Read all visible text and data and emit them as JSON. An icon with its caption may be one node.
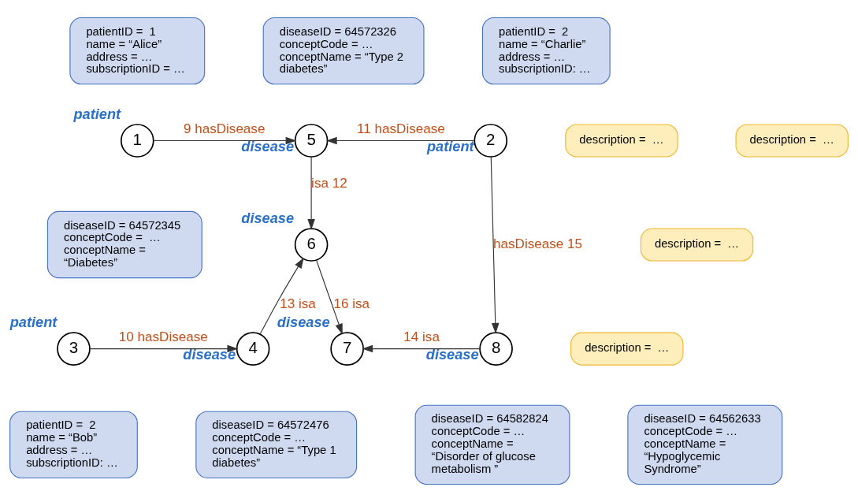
{
  "diagram": {
    "nodes": [
      {
        "text": [
          "patientID =  1",
          "name = “Alice”",
          "address = …",
          "subscriptionID = …"
        ]
      },
      {
        "text": [
          "diseaseID = 64572326",
          "conceptCode = …",
          "conceptName = “Type 2 diabetes”"
        ]
      },
      {
        "text": [
          "1"
        ],
        "beside": [
          "patient"
        ]
      },
      {
        "text": [
          "5"
        ],
        "beside": [
          "disease"
        ]
      },
      {
        "text": [
          "description =  …"
        ]
      },
      {
        "text": [
          "2"
        ],
        "beside": [
          "patient"
        ]
      },
      {
        "text": [
          "patientID =  2",
          "name = “Charlie”",
          "address = …",
          "subscriptionID: …"
        ]
      },
      {
        "text": [
          "description =  …"
        ]
      },
      {
        "text": [
          "diseaseID = 64572345",
          "conceptCode =  …",
          "conceptName = “Diabetes”"
        ]
      },
      {
        "text": [
          "6"
        ],
        "beside": [
          "disease"
        ]
      },
      {
        "text": [
          "description =  …"
        ]
      },
      {
        "text": [
          "7"
        ],
        "beside": [
          "disease"
        ]
      },
      {
        "text": [
          "8"
        ],
        "beside": [
          "disease"
        ]
      },
      {
        "text": [
          "3"
        ],
        "beside": [
          "patient"
        ]
      },
      {
        "text": [
          "description =  …"
        ]
      },
      {
        "text": [
          "4"
        ],
        "beside": [
          "disease"
        ]
      },
      {
        "text": [
          "patientID =  2",
          "name = “Bob”",
          "address = …",
          "subscriptionID: …"
        ]
      },
      {
        "text": [
          "diseaseID = 64572476",
          "conceptCode = …",
          "conceptName = “Type 1 diabetes”"
        ]
      },
      {
        "text": [
          "diseaseID = 64582824",
          "conceptCode = …",
          "conceptName = “Disorder of glucose metabolism ”"
        ]
      },
      {
        "text": [
          "diseaseID = 64562633",
          "conceptCode = …",
          "conceptName = “Hypoglycemic Syndrome”"
        ]
      }
    ],
    "edges": [
      {
        "from": 2,
        "to": 3,
        "arrow": "to",
        "label": "9 hasDisease"
      },
      {
        "from": 5,
        "to": 3,
        "arrow": "to",
        "label": "11 hasDisease"
      },
      {
        "from": 3,
        "to": 9,
        "arrow": "to",
        "label": "isa 12"
      },
      {
        "from": 5,
        "to": 12,
        "arrow": "to",
        "label": "hasDisease 15"
      },
      {
        "from": 15,
        "to": 9,
        "arrow": "to",
        "label": "13 isa"
      },
      {
        "from": 9,
        "to": 11,
        "arrow": "to",
        "label": "16 isa"
      },
      {
        "from": 12,
        "to": 11,
        "arrow": "to",
        "label": "14 isa"
      },
      {
        "from": 13,
        "to": 15,
        "arrow": "to",
        "label": "10 hasDisease"
      }
    ]
  }
}
